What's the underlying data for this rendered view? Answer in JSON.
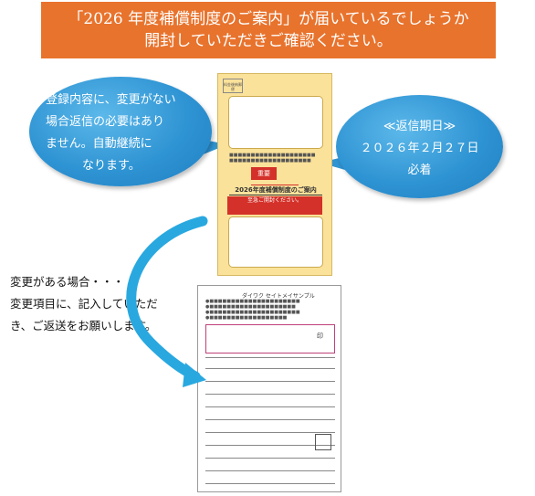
{
  "banner": {
    "line1": "「2026 年度補償制度のご案内」が届いているでしょうか",
    "line2": "開封していただきご確認ください。"
  },
  "bubble_left": {
    "lines": [
      "登録内容に、変更がない",
      "場合返信の必要はあり",
      "ません。自動継続に",
      "なります。"
    ]
  },
  "bubble_right": {
    "line1": "≪返信期日≫",
    "line2": "２０２６年２月２７日",
    "line3": "必着"
  },
  "envelope": {
    "postage": "料金後納郵便",
    "notice": "重要",
    "title": "2026年度補償制度のご案内",
    "subtitle": "至急ご開封ください。"
  },
  "left_text": {
    "lines": [
      "変更がある場合・・・",
      "変更項目に、記入していただ",
      "き、ご返送をお願いします。"
    ]
  },
  "form": {
    "name": "ダイワク セイトメイサンプル",
    "stamp": "印"
  },
  "colors": {
    "banner": "#e8732d",
    "bubble": "#2f94d3",
    "envelope": "#fbe29a",
    "arrow": "#29a8e0"
  }
}
